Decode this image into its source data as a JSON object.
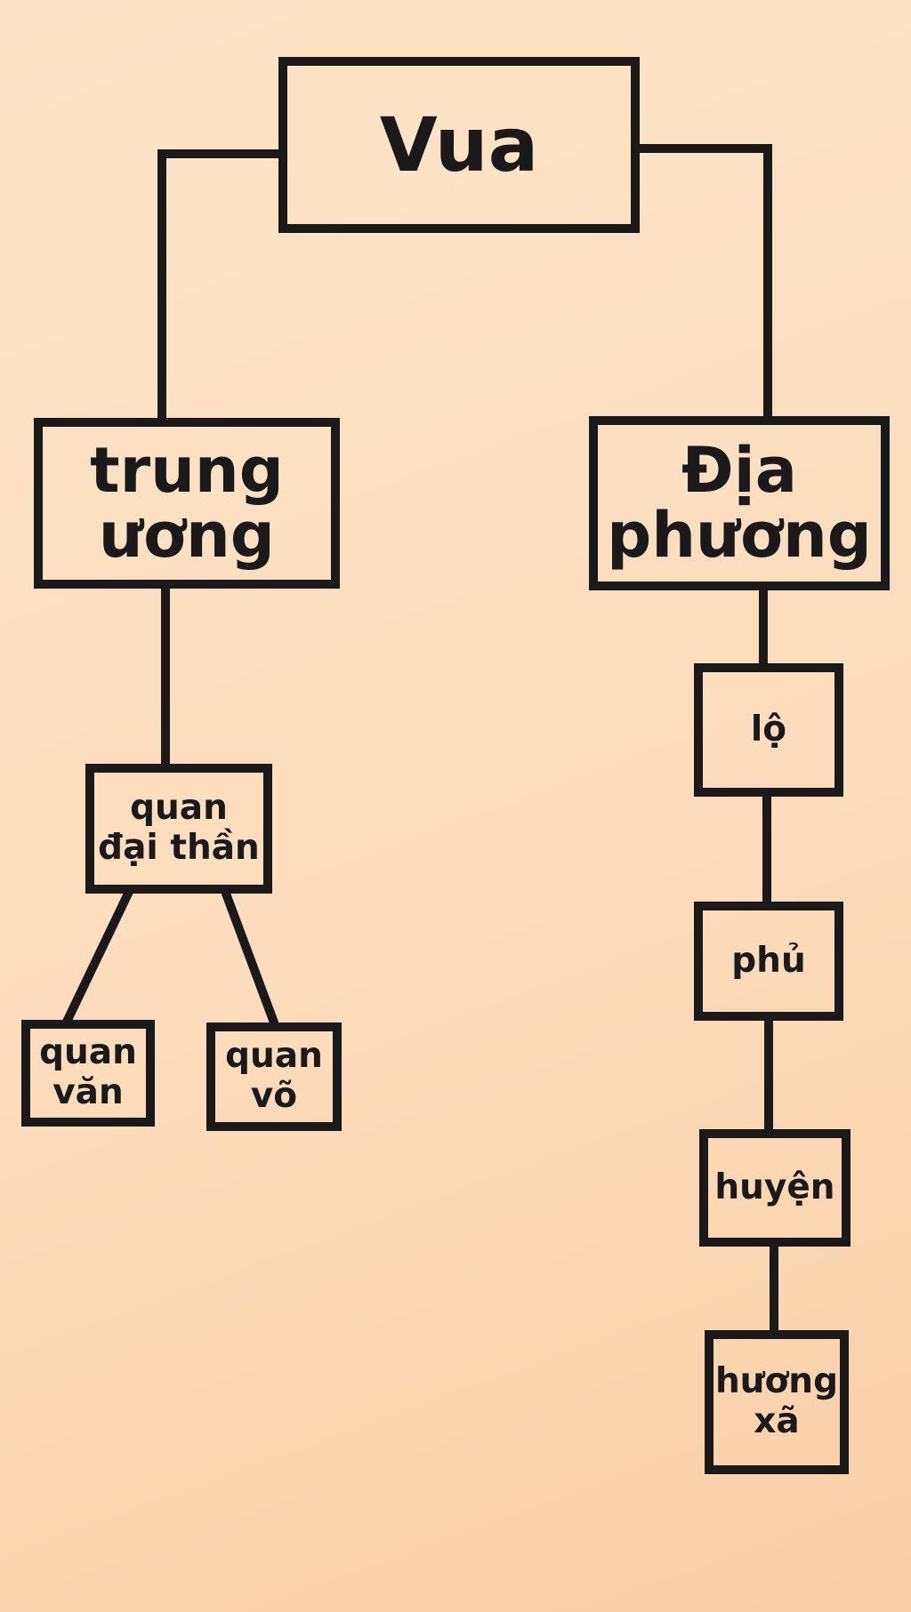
{
  "diagram": {
    "type": "tree",
    "root": {
      "label": "Vua"
    },
    "nodes": {
      "vua": "Vua",
      "trung_uong": "trung\nương",
      "dia_phuong": "Địa\nphương",
      "quan_dai_than": "quan\nđại thần",
      "quan_van": "quan\nvăn",
      "quan_vo": "quan\nvõ",
      "lo": "lộ",
      "phu": "phủ",
      "huyen": "huyện",
      "huong_xa": "hương\nxã"
    },
    "edges": [
      [
        "vua",
        "trung_uong"
      ],
      [
        "vua",
        "dia_phuong"
      ],
      [
        "trung_uong",
        "quan_dai_than"
      ],
      [
        "quan_dai_than",
        "quan_van"
      ],
      [
        "quan_dai_than",
        "quan_vo"
      ],
      [
        "dia_phuong",
        "lo"
      ],
      [
        "lo",
        "phu"
      ],
      [
        "phu",
        "huyen"
      ],
      [
        "huyen",
        "huong_xa"
      ]
    ],
    "colors": {
      "background": "#fcdcbc",
      "stroke": "#1a1a1a",
      "text": "#1a1a1a"
    }
  }
}
